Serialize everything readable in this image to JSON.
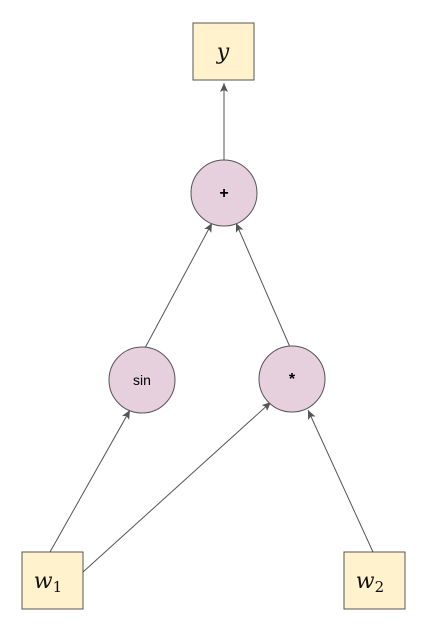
{
  "nodes": {
    "y": {
      "label": "y"
    },
    "plus": {
      "label": "+"
    },
    "sin": {
      "label": "sin"
    },
    "mul": {
      "label": "*"
    },
    "w1": {
      "base": "w",
      "sub": "1"
    },
    "w2": {
      "base": "w",
      "sub": "2"
    }
  },
  "edges": [
    {
      "from": "plus",
      "to": "y"
    },
    {
      "from": "sin",
      "to": "plus"
    },
    {
      "from": "mul",
      "to": "plus"
    },
    {
      "from": "w1",
      "to": "sin"
    },
    {
      "from": "w1",
      "to": "mul"
    },
    {
      "from": "w2",
      "to": "mul"
    }
  ],
  "colors": {
    "variable_fill": "#fff2cc",
    "operation_fill": "#e6d0de",
    "stroke": "#555555"
  }
}
